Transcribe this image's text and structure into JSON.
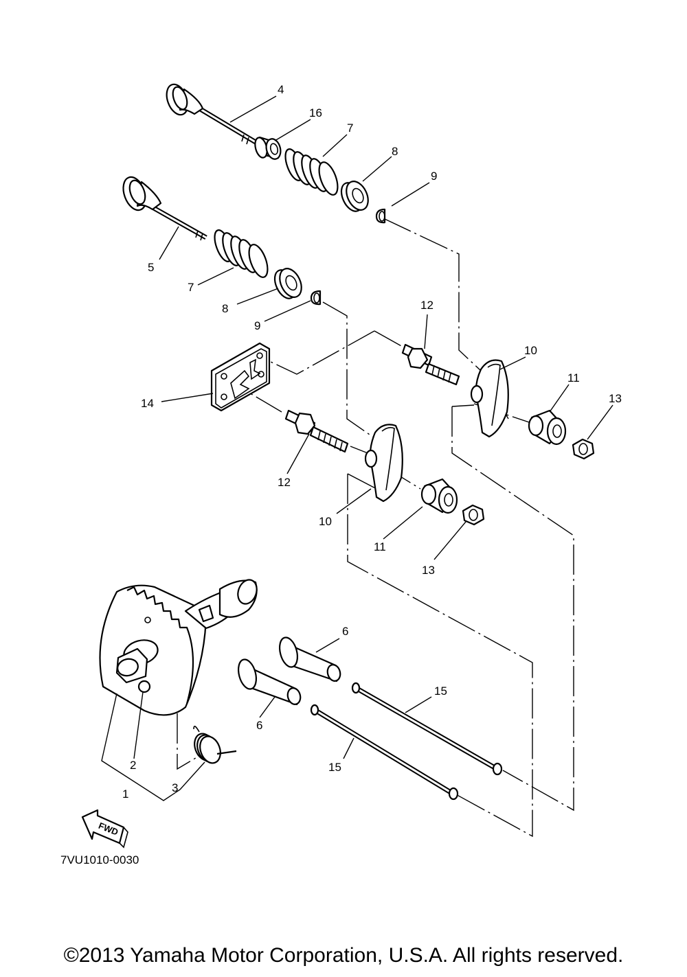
{
  "diagram_code": "7VU1010-0030",
  "fwd_label": "FWD",
  "copyright": "©2013 Yamaha Motor Corporation, U.S.A. All rights reserved.",
  "callouts": {
    "c1": "1",
    "c2": "2",
    "c3": "3",
    "c4": "4",
    "c5": "5",
    "c6a": "6",
    "c6b": "6",
    "c7a": "7",
    "c7b": "7",
    "c8a": "8",
    "c8b": "8",
    "c9a": "9",
    "c9b": "9",
    "c10a": "10",
    "c10b": "10",
    "c11a": "11",
    "c11b": "11",
    "c12a": "12",
    "c12b": "12",
    "c13a": "13",
    "c13b": "13",
    "c14": "14",
    "c15a": "15",
    "c15b": "15",
    "c16": "16"
  }
}
